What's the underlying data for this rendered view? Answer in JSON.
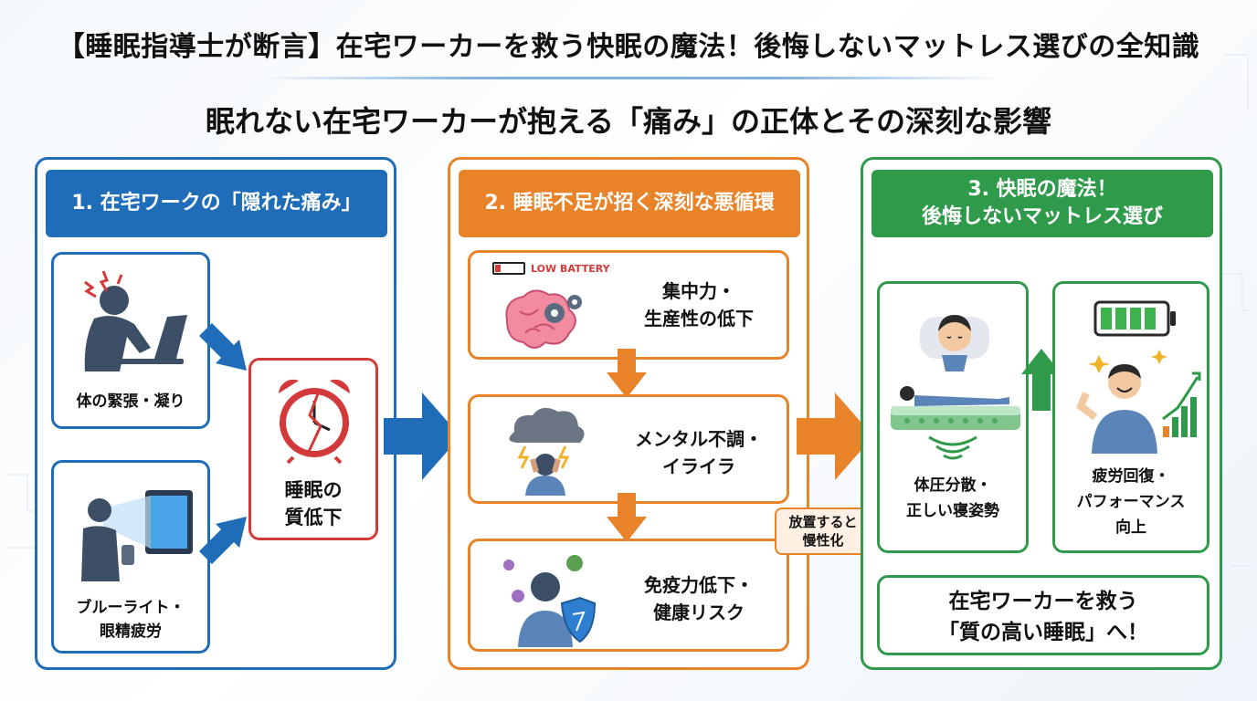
{
  "header": {
    "title": "【睡眠指導士が断言】在宅ワーカーを救う快眠の魔法！後悔しないマットレス選びの全知識",
    "subtitle": "眠れない在宅ワーカーが抱える「痛み」の正体とその深刻な影響"
  },
  "panel1": {
    "heading": "1. 在宅ワークの「隠れた痛み」",
    "card_tension": "体の緊張・凝り",
    "card_bluelight_1": "ブルーライト・",
    "card_bluelight_2": "眼精疲労",
    "card_sleep_1": "睡眠の",
    "card_sleep_2": "質低下"
  },
  "panel2": {
    "heading": "2. 睡眠不足が招く深刻な悪循環",
    "battery_label": "LOW BATTERY",
    "card_focus_1": "集中力・",
    "card_focus_2": "生産性の低下",
    "card_mental_1": "メンタル不調・",
    "card_mental_2": "イライラ",
    "card_immune_1": "免疫力低下・",
    "card_immune_2": "健康リスク"
  },
  "badge": {
    "line1": "放置すると",
    "line2": "慢性化"
  },
  "panel3": {
    "heading_1": "3. 快眠の魔法！",
    "heading_2": "後悔しないマットレス選び",
    "card_pressure_1": "体圧分散・",
    "card_pressure_2": "正しい寝姿勢",
    "card_recovery_1": "疲労回復・",
    "card_recovery_2": "パフォーマンス",
    "card_recovery_3": "向上",
    "cta_1": "在宅ワーカーを救う",
    "cta_2": "「質の高い睡眠」へ！"
  },
  "colors": {
    "blue": "#1f6db8",
    "orange": "#e8832a",
    "green": "#2e9a4a",
    "red": "#d23a3a"
  }
}
